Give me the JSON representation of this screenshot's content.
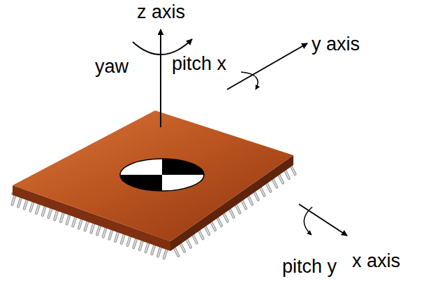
{
  "diagram": {
    "labels": [
      "z axis",
      "yaw",
      "pitch x",
      "y axis",
      "x axis",
      "pitch y"
    ]
  }
}
